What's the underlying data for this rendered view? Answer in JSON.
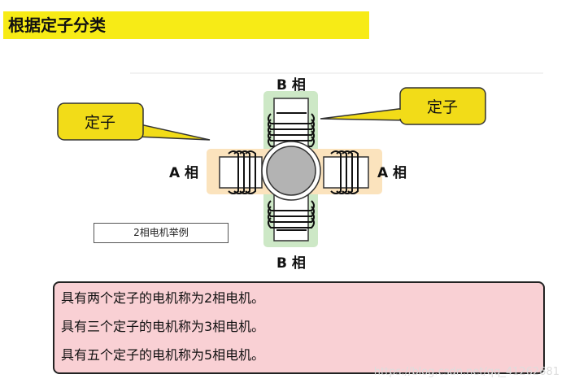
{
  "title": "根据定子分类",
  "labels": {
    "phase_b_top": "B 相",
    "phase_b_bottom": "B 相",
    "phase_a_left": "A 相",
    "phase_a_right": "A 相"
  },
  "callouts": {
    "left": "定子",
    "right": "定子"
  },
  "caption": "2相电机举例",
  "notes": [
    "具有两个定子的电机称为2相电机。",
    "具有三个定子的电机称为3相电机。",
    "具有五个定子的电机称为5相电机。"
  ],
  "watermark": "https://blog.csdn.net/qq_41262681",
  "colors": {
    "title_bg": "#f7eb16",
    "callout_bg": "#f2dc18",
    "b_phase_bg": "#cde8c6",
    "a_phase_bg": "#fbe3bd",
    "rotor": "#b3b3b3",
    "note_bg": "#f9d0d4"
  }
}
